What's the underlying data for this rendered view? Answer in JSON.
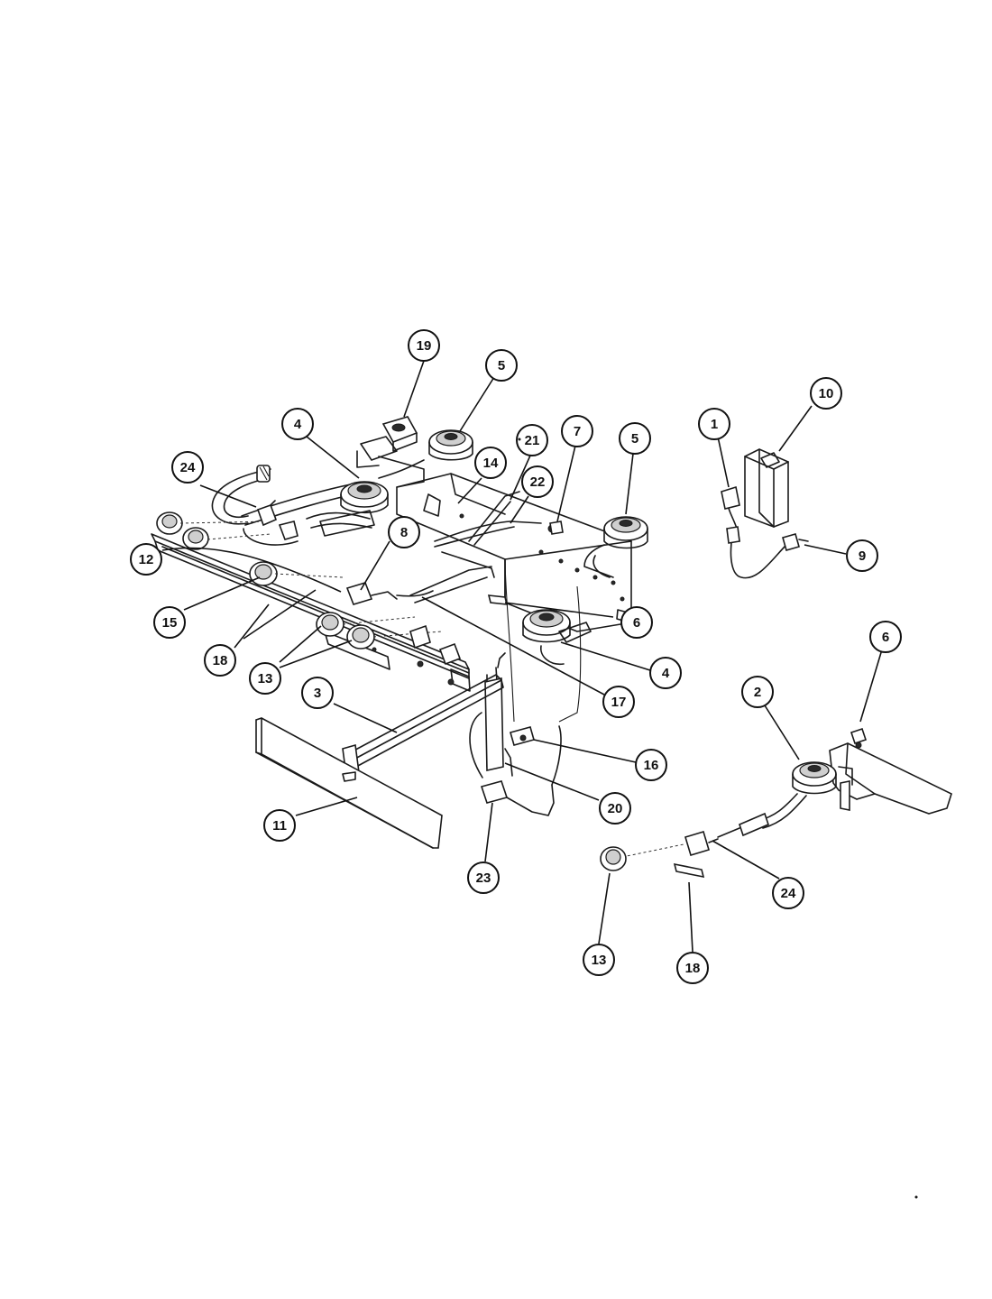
{
  "callouts": [
    {
      "id": "c19",
      "label": "19"
    },
    {
      "id": "c5a",
      "label": "5"
    },
    {
      "id": "c4a",
      "label": "4"
    },
    {
      "id": "c21",
      "label": "21"
    },
    {
      "id": "c7",
      "label": "7"
    },
    {
      "id": "c5b",
      "label": "5"
    },
    {
      "id": "c24a",
      "label": "24"
    },
    {
      "id": "c14",
      "label": "14"
    },
    {
      "id": "c22",
      "label": "22"
    },
    {
      "id": "c8",
      "label": "8"
    },
    {
      "id": "c12",
      "label": "12"
    },
    {
      "id": "c15",
      "label": "15"
    },
    {
      "id": "c18a",
      "label": "18"
    },
    {
      "id": "c13a",
      "label": "13"
    },
    {
      "id": "c6a",
      "label": "6"
    },
    {
      "id": "c4b",
      "label": "4"
    },
    {
      "id": "c17",
      "label": "17"
    },
    {
      "id": "c3",
      "label": "3"
    },
    {
      "id": "c16",
      "label": "16"
    },
    {
      "id": "c20",
      "label": "20"
    },
    {
      "id": "c11",
      "label": "11"
    },
    {
      "id": "c23",
      "label": "23"
    },
    {
      "id": "c1",
      "label": "1"
    },
    {
      "id": "c10",
      "label": "10"
    },
    {
      "id": "c9",
      "label": "9"
    },
    {
      "id": "c6b",
      "label": "6"
    },
    {
      "id": "c2",
      "label": "2"
    },
    {
      "id": "c24b",
      "label": "24"
    },
    {
      "id": "c13b",
      "label": "13"
    },
    {
      "id": "c18b",
      "label": "18"
    }
  ]
}
